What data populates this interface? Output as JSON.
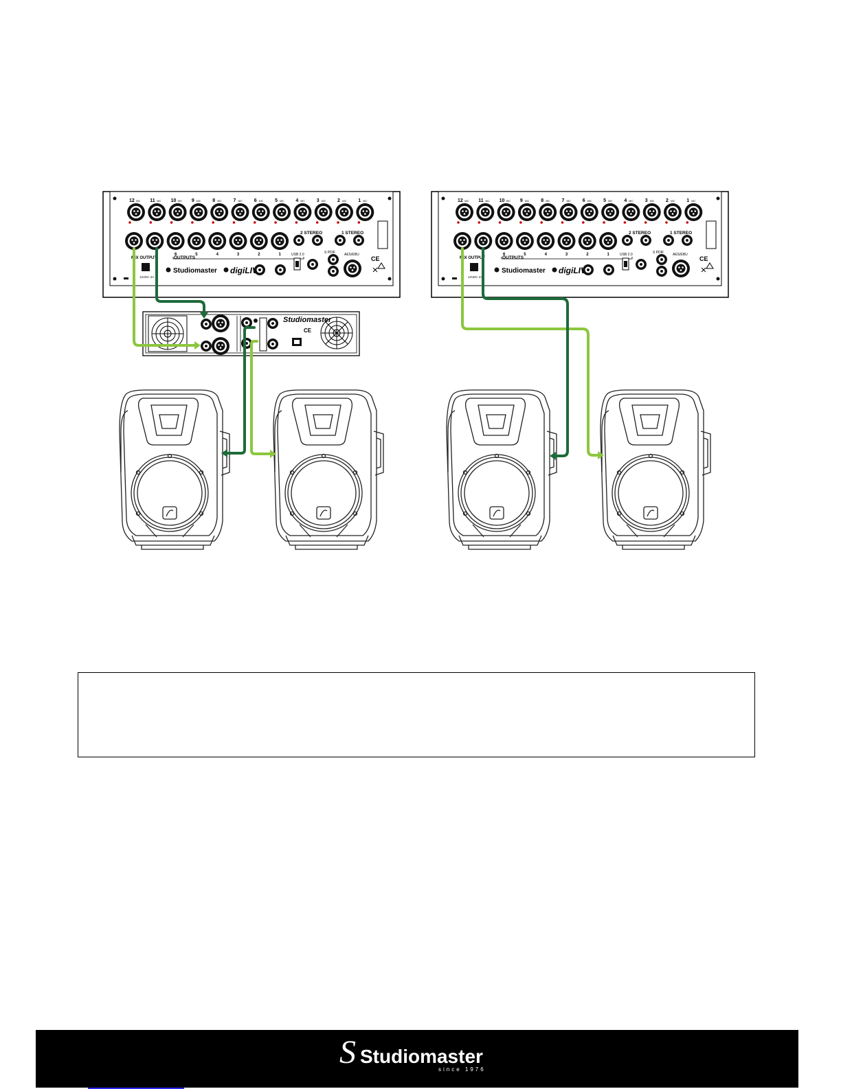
{
  "colors": {
    "cable_dark": "#1d6b3a",
    "cable_light": "#8cc63f",
    "footer_bg": "#000000",
    "link": "#2a2aff"
  },
  "stagebox": {
    "brand": "Studiomaster",
    "product": "digiLIVE",
    "mic_inputs": [
      "12",
      "11",
      "10",
      "9",
      "8",
      "7",
      "6",
      "5",
      "4",
      "3",
      "2",
      "1"
    ],
    "mic_suffix": "MIC",
    "stereo_labels": [
      "2 STEREO",
      "1 STEREO"
    ],
    "outputs_label": "OUTPUTS",
    "output_numbers": [
      "6",
      "5",
      "4",
      "3",
      "2",
      "1"
    ],
    "mix_output_label": "MIX OUTPUT",
    "usb_label": "USB 2.0",
    "spdif_label": "S PDIF",
    "aes_label": "AES/EBU",
    "ce_label": "CE",
    "power_label": "12VDC 2A"
  },
  "amplifier": {
    "brand": "Studiomaster"
  },
  "footer": {
    "brand": "Studiomaster",
    "tagline": "since 1976"
  }
}
